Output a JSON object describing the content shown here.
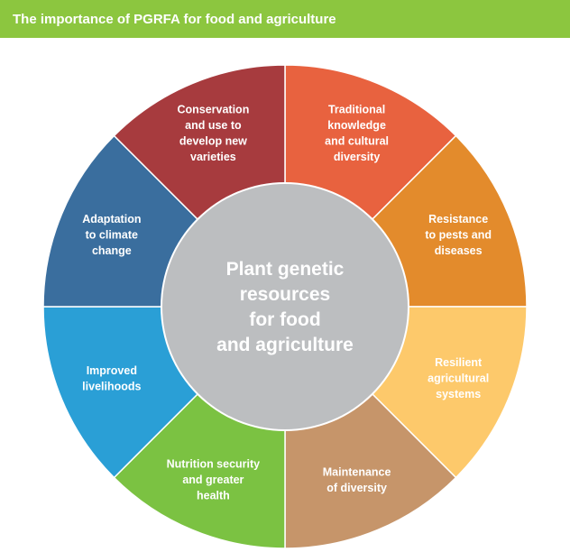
{
  "header": {
    "title": "The importance of PGRFA for food and agriculture",
    "color": "#8cc63f"
  },
  "center": {
    "lines": [
      "Plant genetic",
      "resources",
      "for food",
      "and agriculture"
    ],
    "color": "#bcbec0"
  },
  "segments": [
    {
      "id": "traditional-knowledge",
      "lines": [
        "Traditional",
        "knowledge",
        "and cultural",
        "diversity"
      ],
      "color": "#e8623f"
    },
    {
      "id": "resistance-pests",
      "lines": [
        "Resistance",
        "to pests and",
        "diseases"
      ],
      "color": "#e38b2c"
    },
    {
      "id": "resilient-systems",
      "lines": [
        "Resilient",
        "agricultural",
        "systems"
      ],
      "color": "#fdc96b"
    },
    {
      "id": "maintenance-diversity",
      "lines": [
        "Maintenance",
        "of diversity"
      ],
      "color": "#c6956a"
    },
    {
      "id": "nutrition-security",
      "lines": [
        "Nutrition security",
        "and greater",
        "health"
      ],
      "color": "#7bc242"
    },
    {
      "id": "improved-livelihoods",
      "lines": [
        "Improved",
        "livelihoods"
      ],
      "color": "#2a9fd6"
    },
    {
      "id": "adaptation-climate",
      "lines": [
        "Adaptation",
        "to climate",
        "change"
      ],
      "color": "#3a6e9e"
    },
    {
      "id": "conservation-use",
      "lines": [
        "Conservation",
        "and use to",
        "develop new",
        "varieties"
      ],
      "color": "#a73b3e"
    }
  ]
}
